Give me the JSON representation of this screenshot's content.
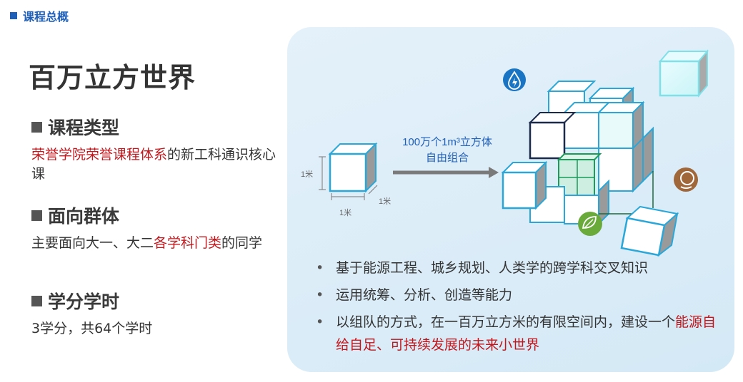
{
  "section_tag": "课程总概",
  "title": "百万立方世界",
  "course_type": {
    "heading": "课程类型",
    "body_red": "荣誉学院荣誉课程体系",
    "body_rest": "的新工科通识核心课"
  },
  "audience": {
    "heading": "面向群体",
    "body_pre": "主要面向大一、大二",
    "body_red": "各学科门类",
    "body_post": "的同学"
  },
  "credits": {
    "heading": "学分学时",
    "body": "3学分，共64个学时"
  },
  "diagram": {
    "arrow_line1": "100万个1m³立方体",
    "arrow_line2": "自由组合",
    "dim_height": "1米",
    "dim_depth": "1米",
    "dim_width": "1米"
  },
  "bullets": {
    "b1": "基于能源工程、城乡规划、人类学的跨学科交叉知识",
    "b2": "运用统筹、分析、创造等能力",
    "b3_pre": "以组队的方式，在一百万立方米的有限空间内，建设一个",
    "b3_red": "能源自给自足、可持续发展的未来小世界"
  },
  "colors": {
    "accent_blue": "#1f5fb8",
    "highlight_red": "#c0171c",
    "cube_cyan": "#2aa7d8",
    "panel_bg": "#dcedf8"
  }
}
